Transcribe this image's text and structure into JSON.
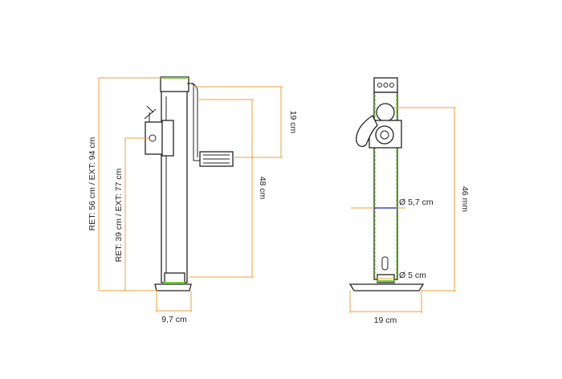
{
  "labels": {
    "side_overall_height": "RET: 56 cm / EXT: 94 cm",
    "side_lower_height": "RET: 39 cm / EXT: 77 cm",
    "handle_height": "19 cm",
    "handle_to_base": "48 cm",
    "foot_width_side": "9,7 cm",
    "outer_tube_diameter": "Ø 5,7 cm",
    "inner_tube_diameter": "Ø 5 cm",
    "front_height": "46 mm",
    "foot_width_front": "19 cm"
  },
  "colors": {
    "dimension_line": "#f0a030",
    "outline": "#222222",
    "accent_green": "#6fd12b",
    "accent_blue": "#3a46c8"
  }
}
